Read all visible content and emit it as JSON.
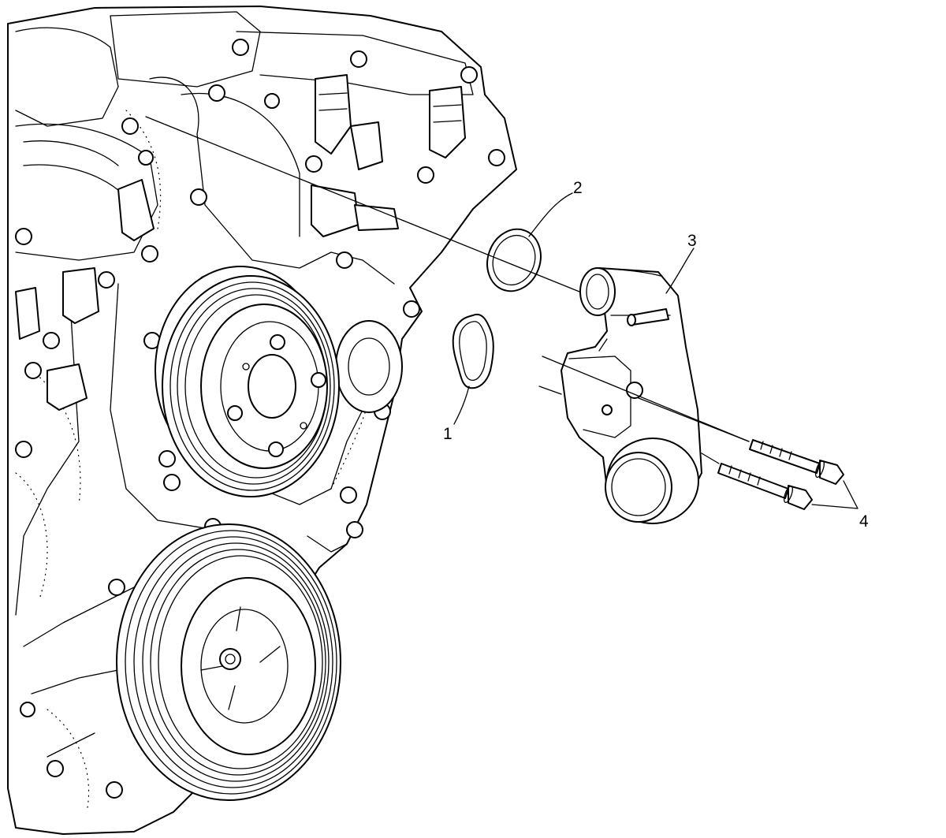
{
  "diagram": {
    "callouts": [
      {
        "id": "1",
        "label": "1",
        "part": "gasket"
      },
      {
        "id": "2",
        "label": "2",
        "part": "o-ring-seal"
      },
      {
        "id": "3",
        "label": "3",
        "part": "coolant-outlet-housing"
      },
      {
        "id": "4",
        "label": "4",
        "part": "bolts"
      }
    ]
  }
}
